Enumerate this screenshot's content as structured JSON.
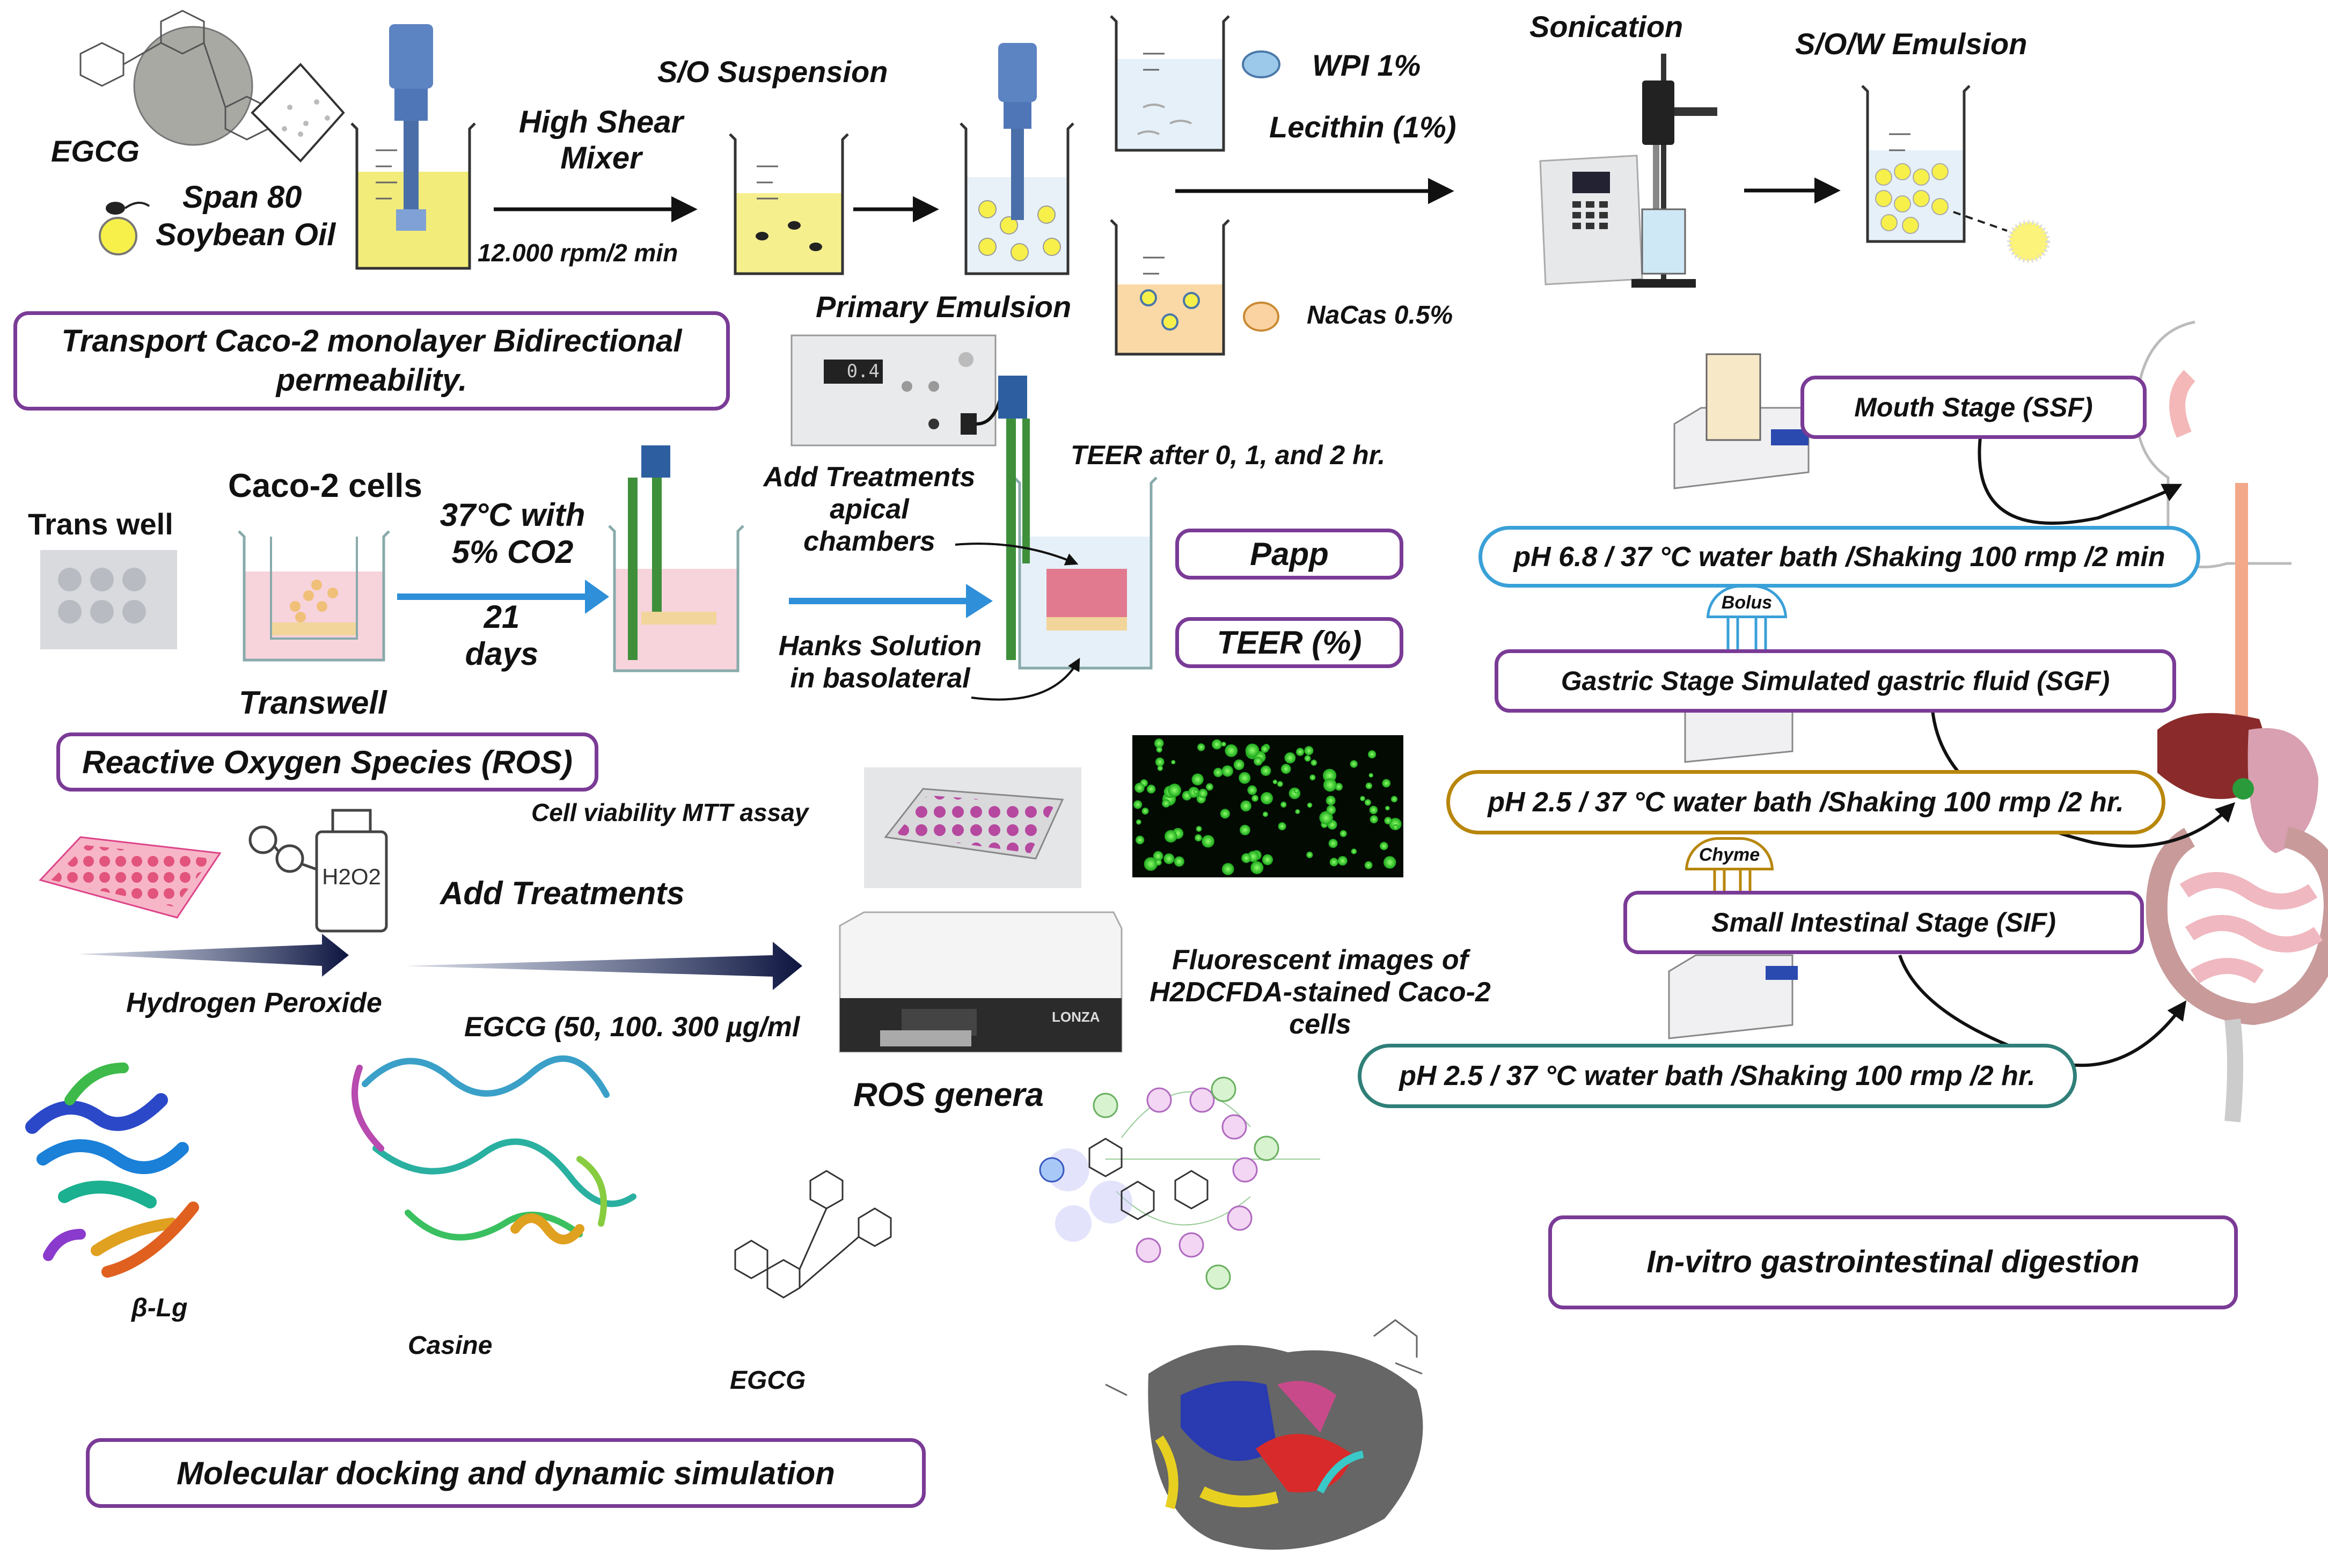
{
  "emulsion": {
    "egcg": "EGCG",
    "span80": "Span 80",
    "soybean_oil": "Soybean Oil",
    "high_shear_mixer": "High Shear\nMixer",
    "rpm": "12.000 rpm/2 min",
    "so_suspension": "S/O Suspension",
    "primary_emulsion": "Primary Emulsion",
    "wpi": "WPI 1%",
    "lecithin": "Lecithin (1%)",
    "nacas": "NaCas 0.5%",
    "sonication": "Sonication",
    "sow_emulsion": "S/O/W Emulsion",
    "display_value": "0.4"
  },
  "transport": {
    "title": "Transport  Caco-2 monolayer Bidirectional\npermeability.",
    "trans_well": "Trans well",
    "caco2_cells": "Caco-2 cells",
    "transwell": "Transwell",
    "incubation": "37°C with\n5% CO2",
    "duration": "21\ndays",
    "add_treatments": "Add Treatments\napical chambers",
    "hanks": "Hanks Solution\nin basolateral",
    "teer_times": "TEER after 0, 1, and 2 hr.",
    "papp": "Papp",
    "teer": "TEER (%)"
  },
  "ros": {
    "title": "Reactive Oxygen Species (ROS)",
    "mtt": "Cell viability  MTT assay",
    "h2o2": "H2O2",
    "hydrogen_peroxide": "Hydrogen Peroxide",
    "add_treatments": "Add Treatments",
    "egcg_dose": "EGCG (50, 100. 300 µg/ml",
    "ros_genera": "ROS genera",
    "fluorescent": "Fluorescent images of\nH2DCFDA-stained Caco-2 cells",
    "reader_brand": "LONZA"
  },
  "docking": {
    "blg": "β-Lg",
    "casine": "Casine",
    "egcg": "EGCG",
    "title": "Molecular docking and dynamic simulation"
  },
  "digestion": {
    "mouth": "Mouth Stage (SSF)",
    "mouth_cond": "pH 6.8 / 37 °C water bath /Shaking 100 rmp /2 min",
    "bolus": "Bolus",
    "gastric": "Gastric Stage Simulated gastric fluid (SGF)",
    "gastric_cond": "pH 2.5 / 37 °C water bath /Shaking 100 rmp /2 hr.",
    "chyme": "Chyme",
    "intestinal": "Small Intestinal Stage (SIF)",
    "intestinal_cond": "pH 2.5 / 37 °C water bath /Shaking 100 rmp /2 hr.",
    "title": "In-vitro gastrointestinal digestion"
  },
  "colors": {
    "purple_border": "#7a3b96",
    "blue_border": "#3aa0d8",
    "gold_border": "#b8860b",
    "teal_border": "#2f7f78",
    "oil_yellow": "#f2ec7a",
    "arrow_blue": "#2f8fd8"
  }
}
